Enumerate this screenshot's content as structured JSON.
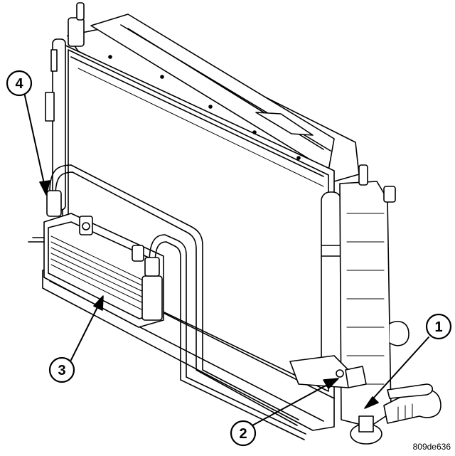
{
  "figure": {
    "figure_id": "809de636",
    "callouts": [
      "1",
      "2",
      "3",
      "4"
    ]
  },
  "colors": {
    "line": "#000000",
    "background": "#ffffff"
  }
}
